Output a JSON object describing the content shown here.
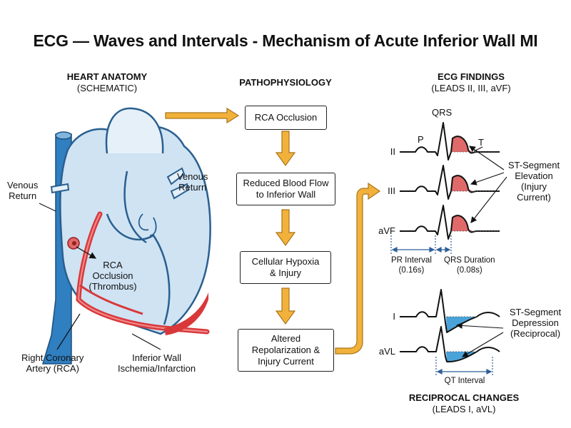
{
  "title": "ECG — Waves and Intervals - Mechanism of Acute Inferior Wall MI",
  "sections": {
    "anatomy": {
      "heading": "HEART ANATOMY",
      "subheading": "(SCHEMATIC)"
    },
    "patho": {
      "heading": "PATHOPHYSIOLOGY"
    },
    "ecg": {
      "heading": "ECG FINDINGS",
      "subheading": "(LEADS II, III, aVF)"
    },
    "reciprocal": {
      "heading": "RECIPROCAL CHANGES",
      "subheading": "(LEADS I, aVL)"
    }
  },
  "anatomy_labels": {
    "venous_left": "Venous\nReturn",
    "venous_right": "Venous\nReturn",
    "rca_occlusion": "RCA\nOcclusion\n(Thrombus)",
    "rca": "Right Coronary\nArtery (RCA)",
    "inferior_wall": "Inferior Wall\nIschemia/Infarction"
  },
  "flow_steps": [
    "RCA Occlusion",
    "Reduced Blood Flow\nto Inferior Wall",
    "Cellular Hypoxia\n& Injury",
    "Altered\nRepolarization &\nInjury Current"
  ],
  "ecg": {
    "wave_labels": {
      "qrs": "QRS",
      "p": "P",
      "t": "T"
    },
    "leads_elevation": [
      "II",
      "III",
      "aVF"
    ],
    "leads_depression": [
      "I",
      "aVL"
    ],
    "st_elevation_label": "ST-Segment\nElevation\n(Injury\nCurrent)",
    "st_depression_label": "ST-Segment\nDepression\n(Reciprocal)",
    "pr_interval": {
      "label": "PR Interval",
      "value": "(0.16s)"
    },
    "qrs_duration": {
      "label": "QRS Duration",
      "value": "(0.08s)"
    },
    "qt_interval": "QT Interval"
  },
  "colors": {
    "artery_red": "#d9383a",
    "vein_blue": "#2f7fc1",
    "heart_light_blue": "#cfe3f3",
    "elevation_fill": "#e06a6a",
    "depression_fill": "#4aa3d8",
    "arrow_orange": "#f2b13a"
  }
}
